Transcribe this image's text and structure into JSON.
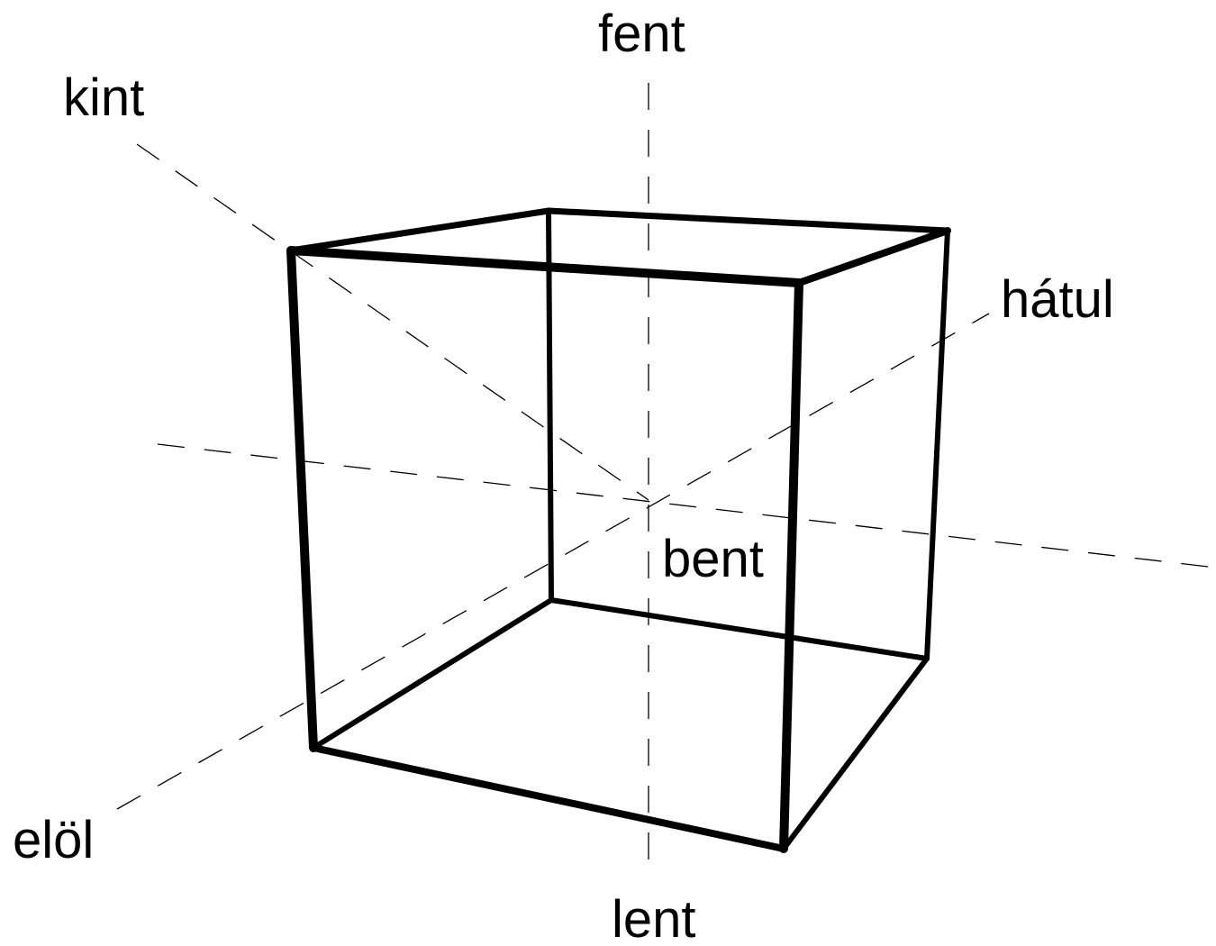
{
  "labels": {
    "top": "fent",
    "bottom": "lent",
    "out": "kint",
    "in": "bent",
    "back": "hátul",
    "front": "elöl"
  },
  "colors": {
    "background": "#ffffff",
    "line": "#000000",
    "axis": "#000000"
  }
}
